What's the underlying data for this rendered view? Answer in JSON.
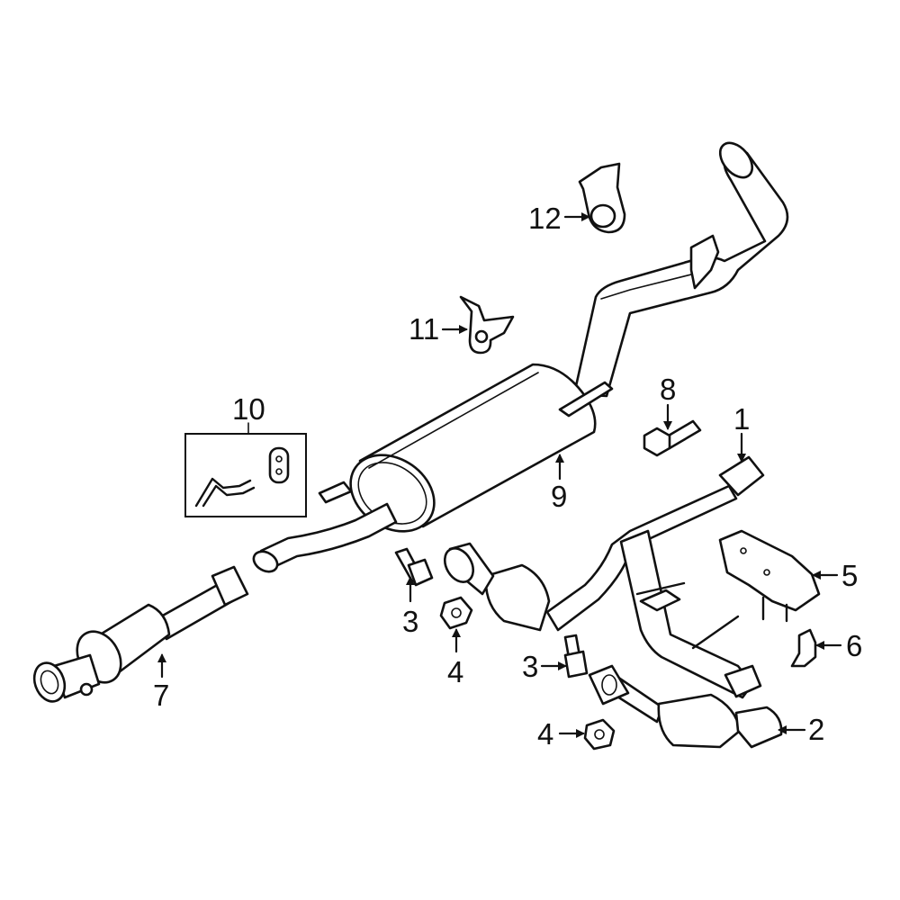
{
  "callouts": {
    "c1": "1",
    "c2": "2",
    "c3a": "3",
    "c3b": "3",
    "c4a": "4",
    "c4b": "4",
    "c5": "5",
    "c6": "6",
    "c7": "7",
    "c8": "8",
    "c9": "9",
    "c10": "10",
    "c11": "11",
    "c12": "12"
  },
  "colors": {
    "line": "#111111",
    "background": "#ffffff"
  }
}
